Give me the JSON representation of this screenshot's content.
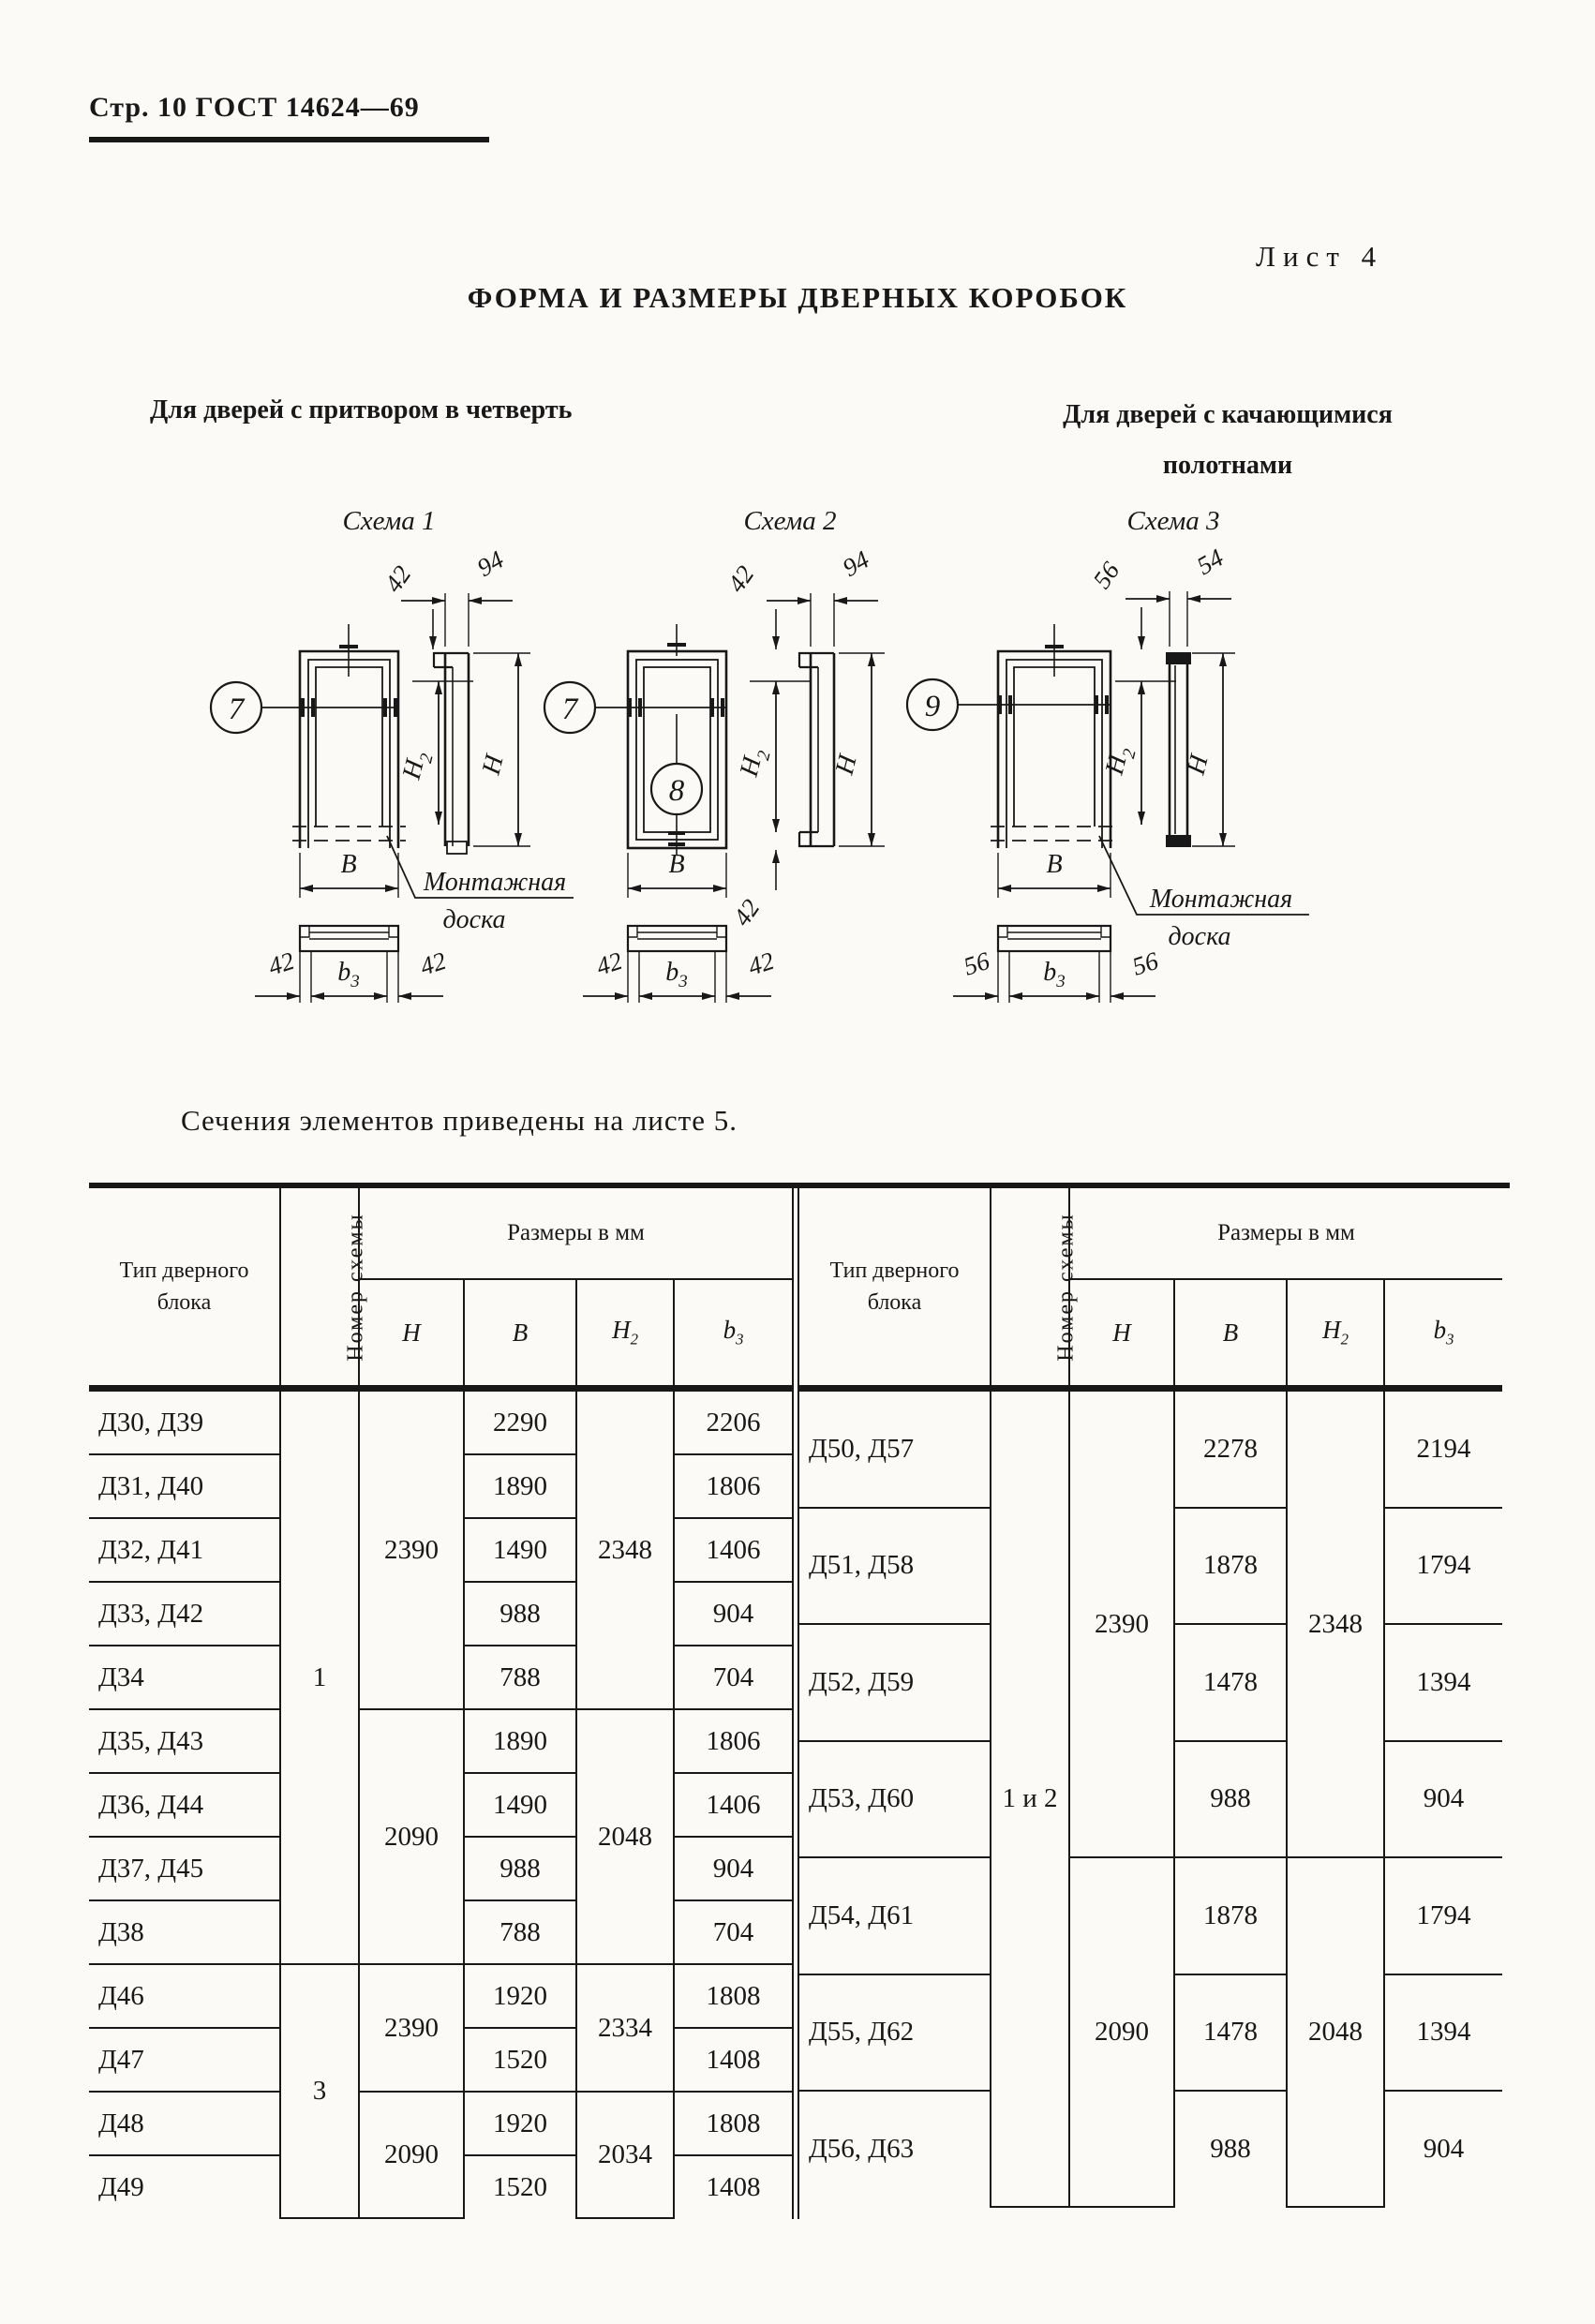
{
  "page": {
    "header_left": "Стр. 10 ГОСТ 14624—69",
    "sheet_label": "Лист 4",
    "title": "ФОРМА И РАЗМЕРЫ ДВЕРНЫХ КОРОБОК",
    "subtitle_left": "Для дверей с притвором в четверть",
    "subtitle_right_line1": "Для дверей с качающимися",
    "subtitle_right_line2": "полотнами",
    "note": "Сечения элементов приведены на листе 5."
  },
  "colors": {
    "ink": "#181818",
    "paper": "#fbfaf7"
  },
  "schemes": [
    {
      "title": "Схема 1",
      "callout": "7",
      "top_width": "94",
      "bar": "42",
      "h2_base": "H",
      "h2_sub": "2",
      "h": "H",
      "b": "B",
      "board_1": "Монтажная",
      "board_2": "доска",
      "sec_left": "42",
      "sec_b3_base": "b",
      "sec_b3_sub": "3",
      "sec_right": "42"
    },
    {
      "title": "Схема 2",
      "callout": "7",
      "callout_inner": "8",
      "top_width": "94",
      "bar": "42",
      "bar_bottom": "42",
      "h2_base": "H",
      "h2_sub": "2",
      "h": "H",
      "b": "B",
      "sec_left": "42",
      "sec_b3_base": "b",
      "sec_b3_sub": "3",
      "sec_right": "42"
    },
    {
      "title": "Схема 3",
      "callout": "9",
      "top_width": "54",
      "bar": "56",
      "h2_base": "H",
      "h2_sub": "2",
      "h": "H",
      "b": "B",
      "board_1": "Монтажная",
      "board_2": "доска",
      "sec_left": "56",
      "sec_b3_base": "b",
      "sec_b3_sub": "3",
      "sec_right": "56"
    }
  ],
  "table": {
    "col_type": "Тип дверного блока",
    "col_scheme": "Номер схемы",
    "col_sizes": "Размеры в мм",
    "col_h": "H",
    "col_b": "B",
    "col_h2_base": "H",
    "col_h2_sub": "2",
    "col_b3_base": "b",
    "col_b3_sub": "3",
    "left": {
      "rows": [
        {
          "type": "Д30, Д39",
          "scheme": "1",
          "h": "2390",
          "b": "2290",
          "h2": "2348",
          "b3": "2206"
        },
        {
          "type": "Д31, Д40",
          "b": "1890",
          "b3": "1806"
        },
        {
          "type": "Д32, Д41",
          "b": "1490",
          "b3": "1406"
        },
        {
          "type": "Д33, Д42",
          "b": "988",
          "b3": "904"
        },
        {
          "type": "Д34",
          "b": "788",
          "b3": "704"
        },
        {
          "type": "Д35, Д43",
          "h": "2090",
          "b": "1890",
          "h2": "2048",
          "b3": "1806"
        },
        {
          "type": "Д36, Д44",
          "b": "1490",
          "b3": "1406"
        },
        {
          "type": "Д37, Д45",
          "b": "988",
          "b3": "904"
        },
        {
          "type": "Д38",
          "b": "788",
          "b3": "704"
        },
        {
          "type": "Д46",
          "scheme": "3",
          "h": "2390",
          "b": "1920",
          "h2": "2334",
          "b3": "1808"
        },
        {
          "type": "Д47",
          "b": "1520",
          "b3": "1408"
        },
        {
          "type": "Д48",
          "h": "2090",
          "b": "1920",
          "h2": "2034",
          "b3": "1808"
        },
        {
          "type": "Д49",
          "b": "1520",
          "b3": "1408"
        }
      ]
    },
    "right": {
      "rows": [
        {
          "type": "Д50, Д57",
          "scheme": "1 и 2",
          "h": "2390",
          "b": "2278",
          "h2": "2348",
          "b3": "2194"
        },
        {
          "type": "Д51, Д58",
          "b": "1878",
          "b3": "1794"
        },
        {
          "type": "Д52, Д59",
          "b": "1478",
          "b3": "1394"
        },
        {
          "type": "Д53, Д60",
          "b": "988",
          "b3": "904"
        },
        {
          "type": "Д54, Д61",
          "h": "2090",
          "b": "1878",
          "h2": "2048",
          "b3": "1794"
        },
        {
          "type": "Д55, Д62",
          "b": "1478",
          "b3": "1394"
        },
        {
          "type": "Д56, Д63",
          "b": "988",
          "b3": "904"
        }
      ]
    }
  }
}
